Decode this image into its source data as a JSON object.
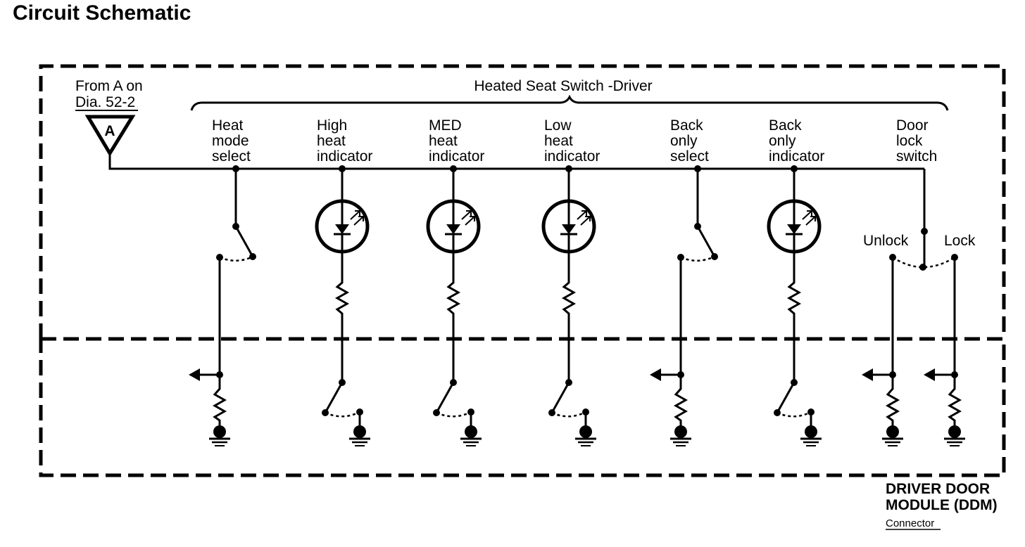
{
  "title": "Circuit Schematic",
  "source_ref": {
    "line1": "From A on",
    "line2": "Dia. 52-2",
    "connector_letter": "A"
  },
  "switch_group_label": "Heated Seat Switch -Driver",
  "columns": [
    {
      "id": "heat-mode-select",
      "label": [
        "Heat",
        "mode",
        "select"
      ],
      "type": "switch"
    },
    {
      "id": "high-heat-indicator",
      "label": [
        "High",
        "heat",
        "indicator"
      ],
      "type": "led"
    },
    {
      "id": "med-heat-indicator",
      "label": [
        "MED",
        "heat",
        "indicator"
      ],
      "type": "led"
    },
    {
      "id": "low-heat-indicator",
      "label": [
        "Low",
        "heat",
        "indicator"
      ],
      "type": "led"
    },
    {
      "id": "back-only-select",
      "label": [
        "Back",
        "only",
        "select"
      ],
      "type": "switch"
    },
    {
      "id": "back-only-indicator",
      "label": [
        "Back",
        "only",
        "indicator"
      ],
      "type": "led"
    },
    {
      "id": "door-lock-switch",
      "label": [
        "Door",
        "lock",
        "switch"
      ],
      "type": "door-lock"
    }
  ],
  "door_lock_positions": {
    "unlock": "Unlock",
    "lock": "Lock"
  },
  "module": {
    "line1": "DRIVER DOOR",
    "line2": "MODULE (DDM)",
    "sub": "Connector"
  }
}
